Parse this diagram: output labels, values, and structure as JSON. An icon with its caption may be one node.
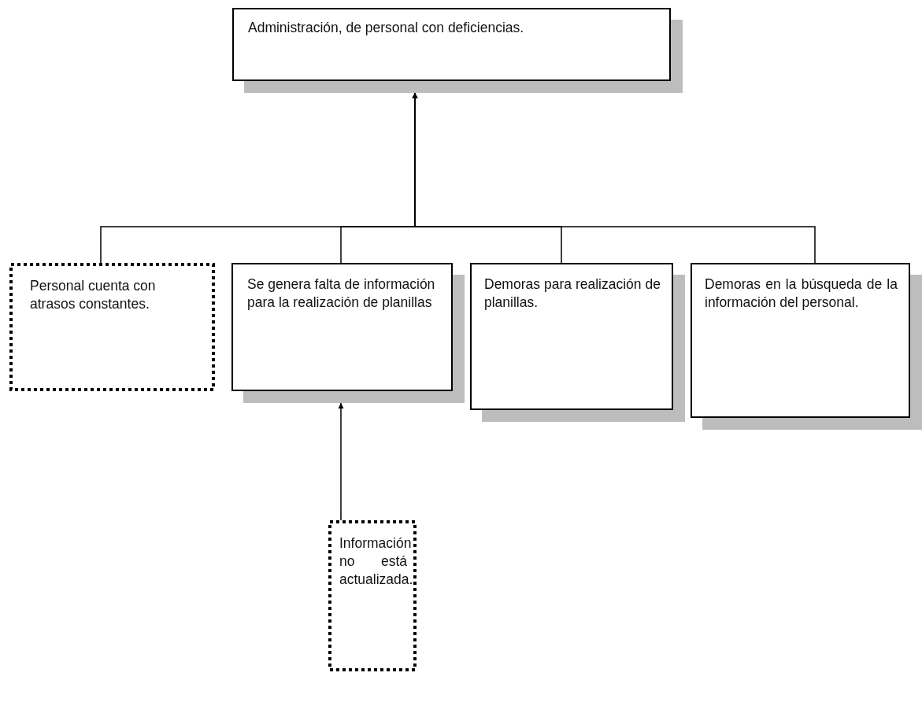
{
  "diagram": {
    "nodes": [
      {
        "text": [
          "Administración, de personal con deficiencias."
        ]
      },
      {
        "text": [
          "Personal cuenta con atrasos constantes."
        ]
      },
      {
        "text": [
          "Se genera falta de información para la realización de planillas"
        ]
      },
      {
        "text": [
          "Demoras para realización de planillas."
        ]
      },
      {
        "text": [
          "Demoras en la búsqueda de la información del personal."
        ]
      },
      {
        "text": [
          "Información no está actualizada."
        ]
      }
    ],
    "edges": [
      {
        "from": 1,
        "to": 0,
        "arrow": "to"
      },
      {
        "from": 2,
        "to": 0,
        "arrow": "to"
      },
      {
        "from": 3,
        "to": 0,
        "arrow": "to"
      },
      {
        "from": 4,
        "to": 0,
        "arrow": "to"
      },
      {
        "from": 5,
        "to": 2,
        "arrow": "to"
      }
    ]
  }
}
